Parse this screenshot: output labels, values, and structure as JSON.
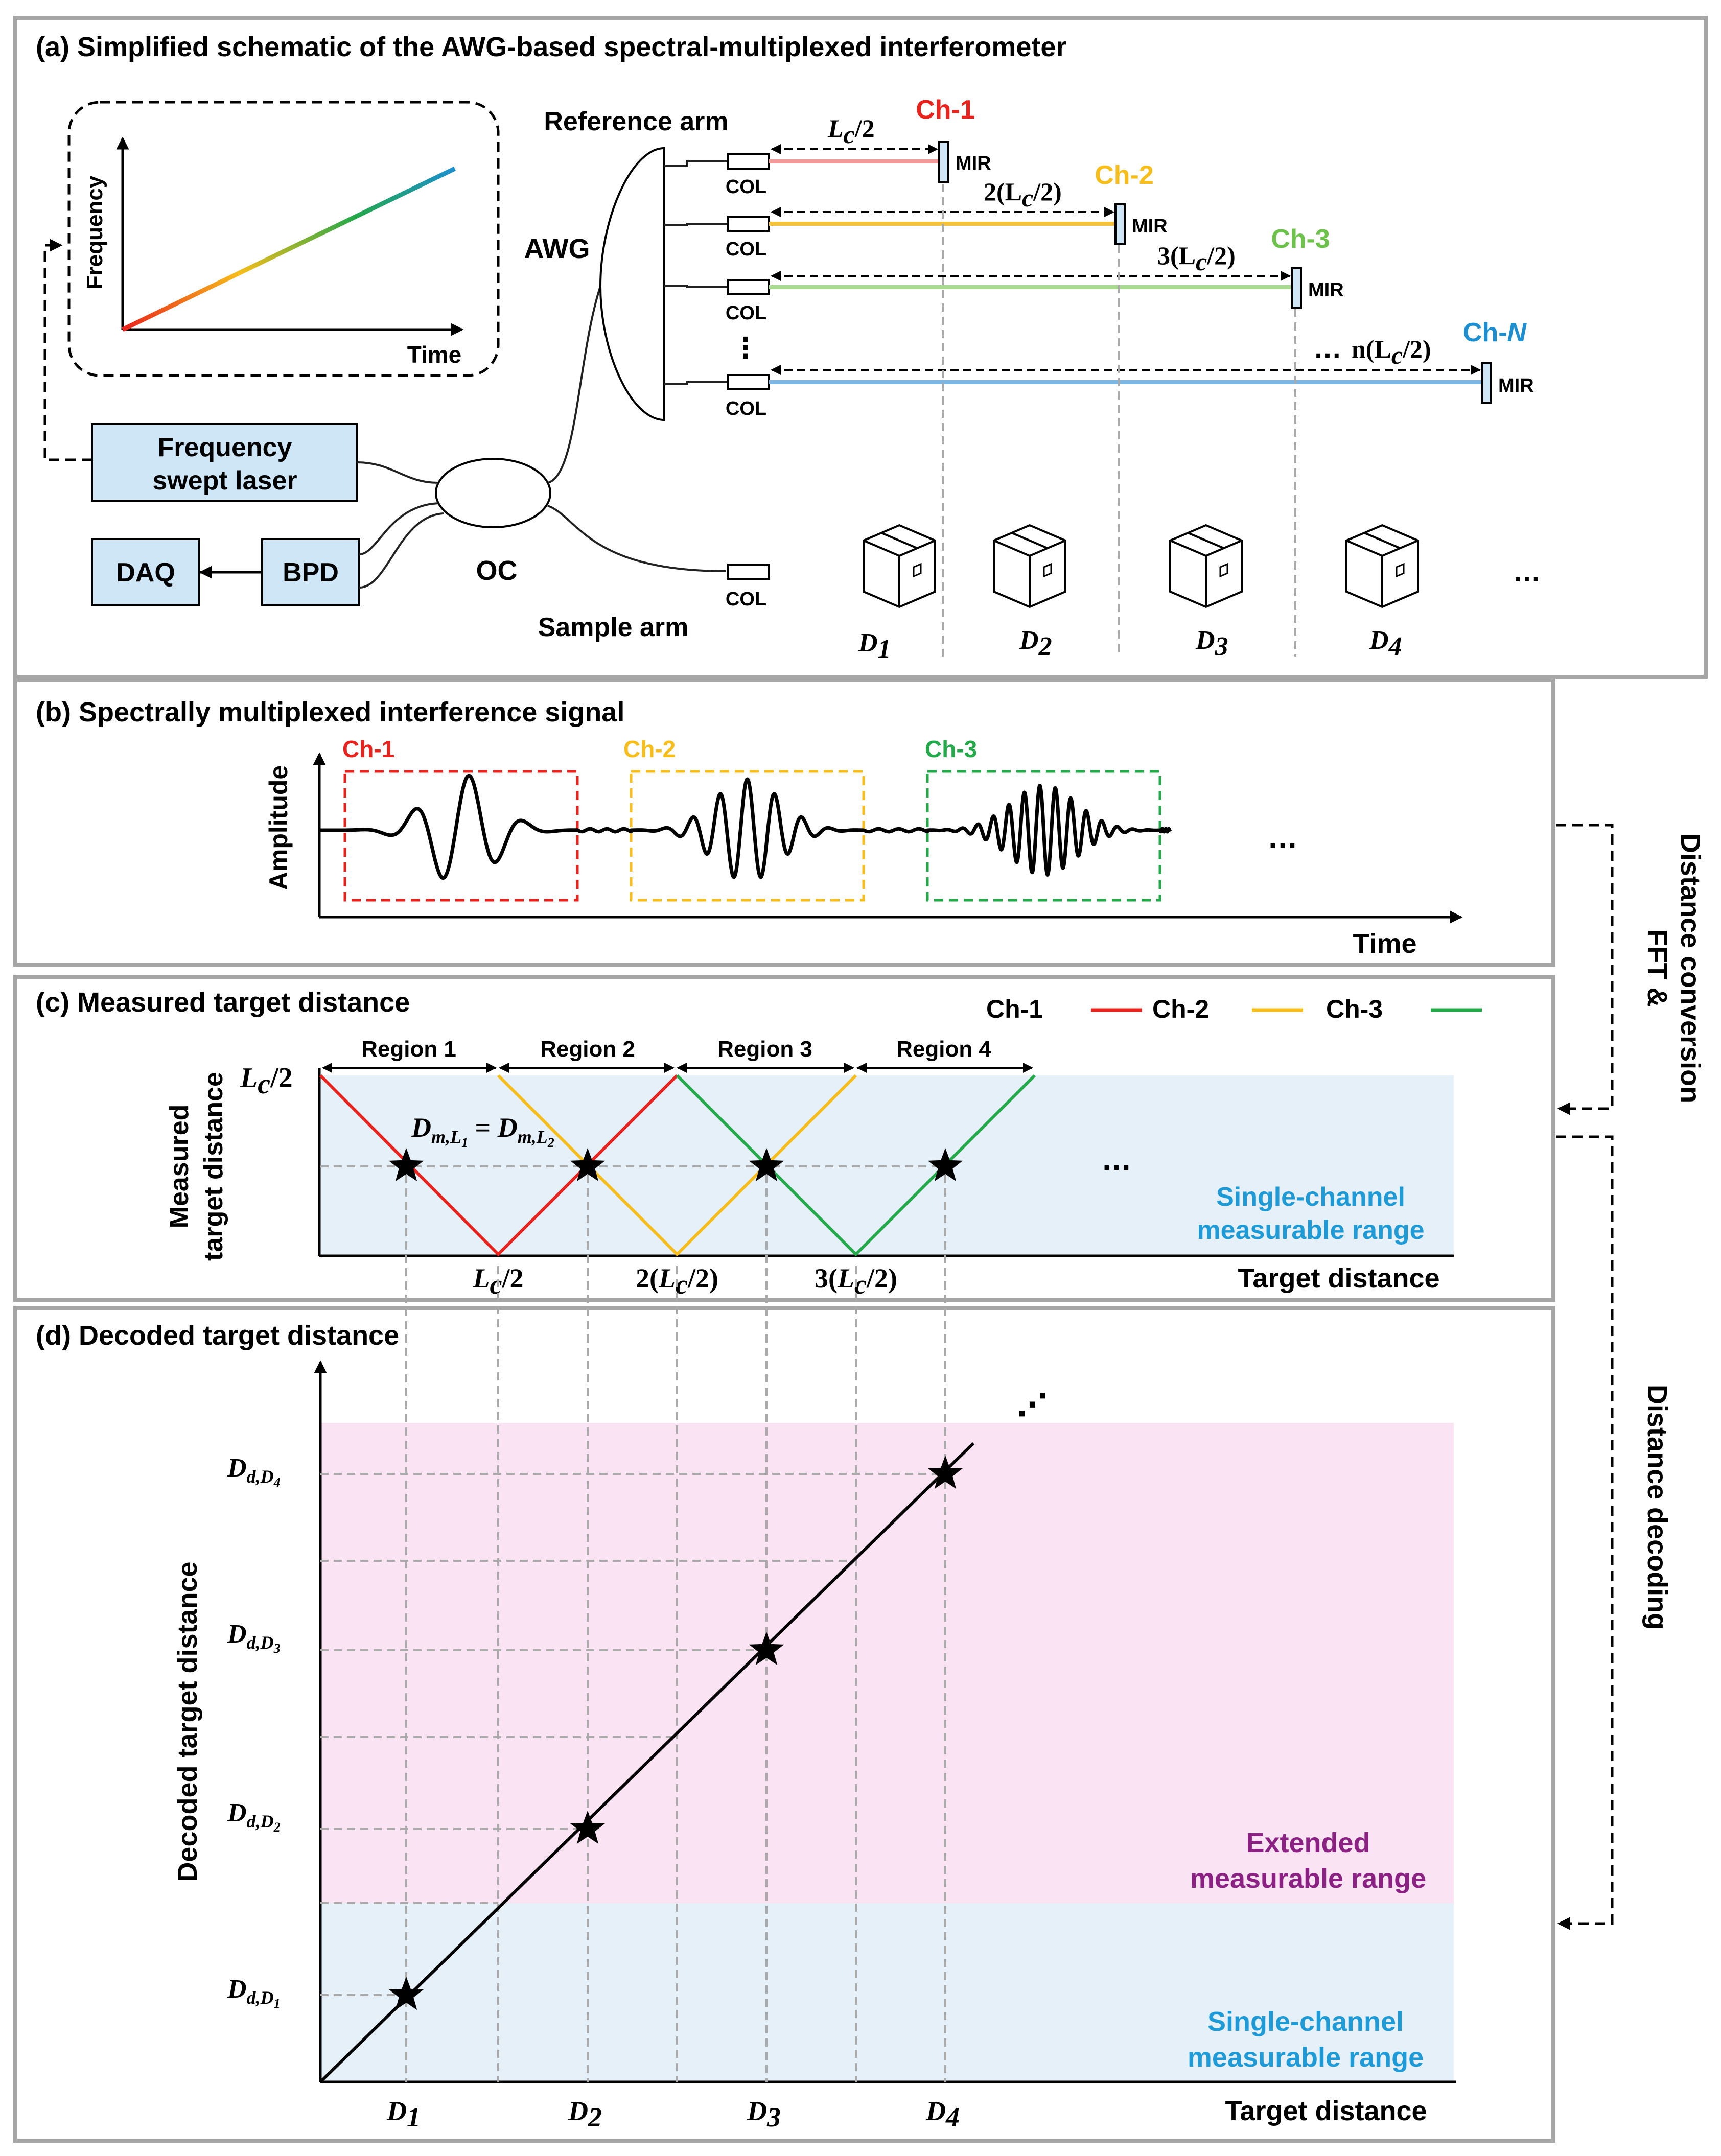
{
  "colors": {
    "ch1": "#e8231d",
    "ch2": "#f7bd1b",
    "ch3": "#23a84a",
    "chN": "#1d8fd0",
    "ch1_ref_line": "#f29a9a",
    "ch2_ref_line": "#f3c13a",
    "ch3_ref_line": "#a7d98e",
    "chN_ref_line": "#7bb7e2",
    "component_fill": "#cfe6f6",
    "single_channel_text": "#1e9ad6",
    "extended_text": "#8b2283",
    "single_channel_region": "#e6f0f8",
    "extended_region": "#fae3f2"
  },
  "panel_a": {
    "title": "(a) Simplified schematic of the AWG-based spectral-multiplexed interferometer",
    "inset": {
      "ylabel": "Frequency",
      "xlabel": "Time"
    },
    "laser_label": [
      "Frequency",
      "swept laser"
    ],
    "daq": "DAQ",
    "bpd": "BPD",
    "oc": "OC",
    "awg": "AWG",
    "reference_arm": "Reference arm",
    "sample_arm": "Sample arm",
    "col": "COL",
    "mir": "MIR",
    "ellipsis": "⋮",
    "ellipsis_h": "…",
    "channels": [
      {
        "name": "Ch-1",
        "distance": "L",
        "distance_sub": "c",
        "distance_tail": "/2"
      },
      {
        "name": "Ch-2",
        "distance": "2(L",
        "distance_sub": "c",
        "distance_tail": "/2)"
      },
      {
        "name": "Ch-3",
        "distance": "3(L",
        "distance_sub": "c",
        "distance_tail": "/2)"
      },
      {
        "name": "Ch-",
        "name_italic": "N",
        "distance": "n(L",
        "distance_sub": "c",
        "distance_tail": "/2)"
      }
    ],
    "targets": [
      {
        "label": "D",
        "sub": "1"
      },
      {
        "label": "D",
        "sub": "2"
      },
      {
        "label": "D",
        "sub": "3"
      },
      {
        "label": "D",
        "sub": "4"
      }
    ]
  },
  "panel_b": {
    "title": "(b) Spectrally multiplexed interference signal",
    "ylabel": "Amplitude",
    "xlabel": "Time",
    "channels": [
      "Ch-1",
      "Ch-2",
      "Ch-3"
    ],
    "ellipsis": "…"
  },
  "panel_c": {
    "title": "(c) Measured target distance",
    "ylabel_line1": "Measured",
    "ylabel_line2": "target distance",
    "xlabel": "Target distance",
    "legend": [
      "Ch-1",
      "Ch-2",
      "Ch-3"
    ],
    "regions": [
      "Region 1",
      "Region 2",
      "Region 3",
      "Region 4"
    ],
    "y_tick": {
      "label": "L",
      "sub": "c",
      "tail": "/2"
    },
    "x_ticks": [
      {
        "pre": "",
        "label": "L",
        "sub": "c",
        "tail": "/2"
      },
      {
        "pre": "2(",
        "label": "L",
        "sub": "c",
        "tail": "/2)"
      },
      {
        "pre": "3(",
        "label": "L",
        "sub": "c",
        "tail": "/2)"
      }
    ],
    "equation": {
      "lhs": "D",
      "lhs_sub": "m,L",
      "lhs_subsub": "1",
      "eq": " = ",
      "rhs": "D",
      "rhs_sub": "m,L",
      "rhs_subsub": "2"
    },
    "ellipsis": "…",
    "range_label": [
      "Single-channel",
      "measurable range"
    ]
  },
  "side_labels": {
    "fft": [
      "FFT &",
      "Distance conversion"
    ],
    "decoding": "Distance decoding"
  },
  "panel_d": {
    "title": "(d) Decoded target distance",
    "ylabel": "Decoded target distance",
    "xlabel": "Target distance",
    "y_ticks": [
      {
        "label": "D",
        "sub": "d,D",
        "subsub": "4"
      },
      {
        "label": "D",
        "sub": "d,D",
        "subsub": "3"
      },
      {
        "label": "D",
        "sub": "d,D",
        "subsub": "2"
      },
      {
        "label": "D",
        "sub": "d,D",
        "subsub": "1"
      }
    ],
    "x_ticks": [
      {
        "label": "D",
        "sub": "1"
      },
      {
        "label": "D",
        "sub": "2"
      },
      {
        "label": "D",
        "sub": "3"
      },
      {
        "label": "D",
        "sub": "4"
      }
    ],
    "extended_label": [
      "Extended",
      "measurable range"
    ],
    "single_label": [
      "Single-channel",
      "measurable range"
    ],
    "ellipsis": "⋰"
  }
}
